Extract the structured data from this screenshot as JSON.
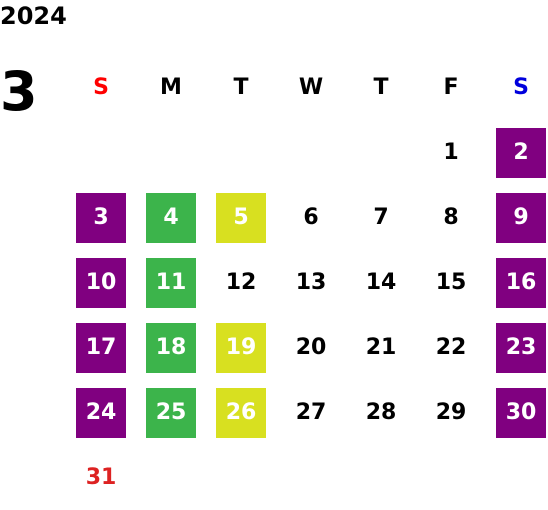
{
  "calendar": {
    "year": "2024",
    "month": "3",
    "weekdays": [
      "S",
      "M",
      "T",
      "W",
      "T",
      "F",
      "S"
    ],
    "weekday_colors": [
      "#ff0000",
      "#000000",
      "#000000",
      "#000000",
      "#000000",
      "#000000",
      "#0000dd"
    ],
    "colors": {
      "purple": "#800080",
      "green": "#3cb44b",
      "yellow": "#d8e020",
      "red_text": "#dd2222"
    },
    "weeks": [
      [
        {
          "day": "",
          "color": ""
        },
        {
          "day": "",
          "color": ""
        },
        {
          "day": "",
          "color": ""
        },
        {
          "day": "",
          "color": ""
        },
        {
          "day": "",
          "color": ""
        },
        {
          "day": "1",
          "color": ""
        },
        {
          "day": "2",
          "color": "purple"
        }
      ],
      [
        {
          "day": "3",
          "color": "purple"
        },
        {
          "day": "4",
          "color": "green"
        },
        {
          "day": "5",
          "color": "yellow"
        },
        {
          "day": "6",
          "color": ""
        },
        {
          "day": "7",
          "color": ""
        },
        {
          "day": "8",
          "color": ""
        },
        {
          "day": "9",
          "color": "purple"
        }
      ],
      [
        {
          "day": "10",
          "color": "purple"
        },
        {
          "day": "11",
          "color": "green"
        },
        {
          "day": "12",
          "color": ""
        },
        {
          "day": "13",
          "color": ""
        },
        {
          "day": "14",
          "color": ""
        },
        {
          "day": "15",
          "color": ""
        },
        {
          "day": "16",
          "color": "purple"
        }
      ],
      [
        {
          "day": "17",
          "color": "purple"
        },
        {
          "day": "18",
          "color": "green"
        },
        {
          "day": "19",
          "color": "yellow"
        },
        {
          "day": "20",
          "color": ""
        },
        {
          "day": "21",
          "color": ""
        },
        {
          "day": "22",
          "color": ""
        },
        {
          "day": "23",
          "color": "purple"
        }
      ],
      [
        {
          "day": "24",
          "color": "purple"
        },
        {
          "day": "25",
          "color": "green"
        },
        {
          "day": "26",
          "color": "yellow"
        },
        {
          "day": "27",
          "color": ""
        },
        {
          "day": "28",
          "color": ""
        },
        {
          "day": "29",
          "color": ""
        },
        {
          "day": "30",
          "color": "purple"
        }
      ],
      [
        {
          "day": "31",
          "color": "red_text"
        },
        {
          "day": "",
          "color": ""
        },
        {
          "day": "",
          "color": ""
        },
        {
          "day": "",
          "color": ""
        },
        {
          "day": "",
          "color": ""
        },
        {
          "day": "",
          "color": ""
        },
        {
          "day": "",
          "color": ""
        }
      ]
    ]
  }
}
